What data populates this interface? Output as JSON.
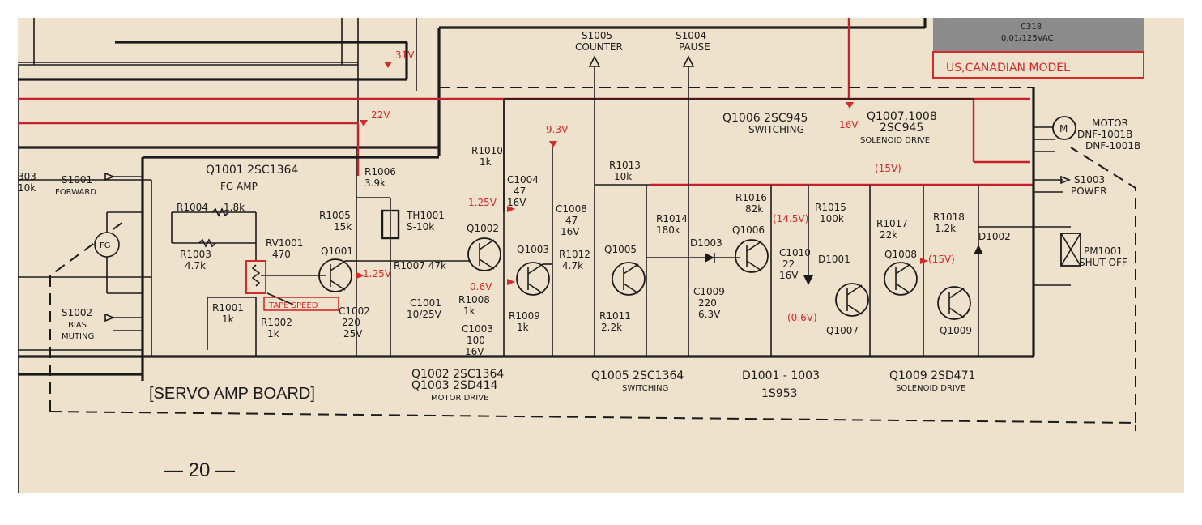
{
  "colors": {
    "paper": "#efe2cc",
    "ink": "#1b1b1b",
    "accent": "#d42a2a",
    "grey_box": "#8b8b8b"
  },
  "board_title": "[SERVO AMP BOARD]",
  "page_number": "— 20 —",
  "region_label": "US,CANADIAN  MODEL",
  "cap_c318": {
    "name": "C318",
    "value": "0.01/125VAC"
  },
  "highlight_label": "TAPE SPEED",
  "voltages": [
    "31V",
    "22V",
    "9.3V",
    "1.25V",
    "1.25V",
    "0.6V",
    "16V",
    "(15V)",
    "(14.5V)",
    "(15V)",
    "(0.6V)"
  ],
  "switches": {
    "s1001": [
      "S1001",
      "FORWARD"
    ],
    "s1002": [
      "S1002",
      "BIAS",
      "MUTING"
    ],
    "s1003": [
      "S1003",
      "POWER"
    ],
    "s1004": [
      "S1004",
      "PAUSE"
    ],
    "s1005": [
      "S1005",
      "COUNTER"
    ],
    "left_ref": [
      "303",
      "10k"
    ]
  },
  "fg": "FG",
  "motor": {
    "symbol": "M",
    "name": "MOTOR",
    "part": "DNF-1001B"
  },
  "pm1001": [
    "PM1001",
    "SHUT OFF"
  ],
  "captions": {
    "q1001": [
      "Q1001  2SC1364",
      "FG  AMP"
    ],
    "q1006": [
      "Q1006  2SC945",
      "SWITCHING"
    ],
    "q1007": [
      "Q1007,1008",
      "2SC945",
      "SOLENOID  DRIVE"
    ],
    "q1002": [
      "Q1002  2SC1364",
      "Q1003  2SD414",
      "MOTOR DRIVE"
    ],
    "q1005": [
      "Q1005  2SC1364",
      "SWITCHING"
    ],
    "d1001": [
      "D1001 - 1003",
      "1S953"
    ],
    "q1009": [
      "Q1009  2SD471",
      "SOLENOID  DRIVE"
    ]
  },
  "parts": {
    "r1004": [
      "R1004",
      "1.8k"
    ],
    "r1003": [
      "R1003",
      "4.7k"
    ],
    "rv1001": [
      "RV1001",
      "470"
    ],
    "r1001": [
      "R1001",
      "1k"
    ],
    "r1002": [
      "R1002",
      "1k"
    ],
    "r1006": [
      "R1006",
      "3.9k"
    ],
    "r1005": [
      "R1005",
      "15k"
    ],
    "th1001": [
      "TH1001",
      "S-10k"
    ],
    "r1007": [
      "R1007  47k"
    ],
    "c1002": [
      "C1002",
      "220",
      "25V"
    ],
    "c1001": [
      "C1001",
      "10/25V"
    ],
    "r1008": [
      "R1008",
      "1k"
    ],
    "c1003": [
      "C1003",
      "100",
      "16V"
    ],
    "r1010": [
      "R1010",
      "1k"
    ],
    "c1004": [
      "C1004",
      "47",
      "16V"
    ],
    "r1009": [
      "R1009",
      "1k"
    ],
    "c1008": [
      "C1008",
      "47",
      "16V"
    ],
    "r1012": [
      "R1012",
      "4.7k"
    ],
    "r1011": [
      "R1011",
      "2.2k"
    ],
    "r1013": [
      "R1013",
      "10k"
    ],
    "r1014": [
      "R1014",
      "180k"
    ],
    "c1009": [
      "C1009",
      "220",
      "6.3V"
    ],
    "d1003": [
      "D1003"
    ],
    "r1016": [
      "R1016",
      "82k"
    ],
    "r1015": [
      "R1015",
      "100k"
    ],
    "c1010": [
      "C1010",
      "22",
      "16V"
    ],
    "d1001": [
      "D1001"
    ],
    "r1017": [
      "R1017",
      "22k"
    ],
    "r1018": [
      "R1018",
      "1.2k"
    ],
    "d1002": [
      "D1002"
    ]
  },
  "transistors": [
    "Q1001",
    "Q1002",
    "Q1003",
    "Q1005",
    "Q1006",
    "Q1008",
    "Q1007",
    "Q1009"
  ]
}
